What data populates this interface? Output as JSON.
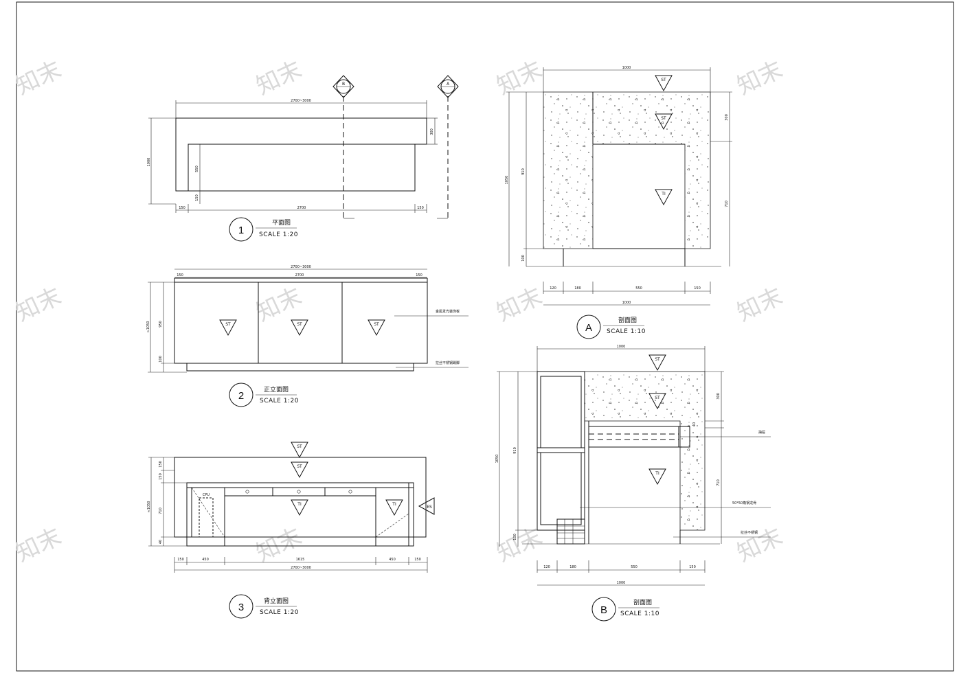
{
  "watermark": "知末",
  "plan_view": {
    "number": "1",
    "title": "平面图",
    "scale": "SCALE 1:20",
    "dims": {
      "overall_width": "2700~3000",
      "depth": "1000",
      "back_depth": "300",
      "front_depth": "550",
      "bottom": "150",
      "left": "150",
      "center": "2700",
      "right": "150"
    },
    "markers": {
      "b": "B",
      "a": "A"
    }
  },
  "front_elevation": {
    "number": "2",
    "title": "正立面图",
    "scale": "SCALE 1:20",
    "dims": {
      "overall_width": "2700~3000",
      "left": "150",
      "center": "2700",
      "right": "150",
      "overall_height": "≈1050",
      "upper": "950",
      "lower": "100"
    },
    "tags": [
      "ST",
      "ST",
      "ST"
    ],
    "notes": [
      "金属发光装饰板",
      "拉丝不锈钢踢脚"
    ]
  },
  "back_elevation": {
    "number": "3",
    "title": "背立面图",
    "scale": "SCALE 1:20",
    "dims": {
      "w1": "150",
      "w2": "450",
      "w3": "1615",
      "w4": "450",
      "w5": "150",
      "overall_width": "2700~3000",
      "overall_height": "≈1050",
      "h1": "150",
      "h2": "150",
      "h3": "710",
      "h4": "40"
    },
    "tags": [
      "ST",
      "ST",
      "TI",
      "TI",
      "ES"
    ],
    "cpu_label": "CPU"
  },
  "section_a": {
    "letter": "A",
    "title": "剖面图",
    "scale": "SCALE 1:10",
    "dims": {
      "top": "1000",
      "right_top": "300",
      "right_bottom": "710",
      "left_main": "910",
      "left_total": "1050",
      "bottom_h": "100",
      "b1": "120",
      "b2": "180",
      "b3": "550",
      "b4": "150",
      "bottom_total": "1000"
    },
    "tags": [
      "ST",
      "ST",
      "TI"
    ]
  },
  "section_b": {
    "letter": "B",
    "title": "剖面图",
    "scale": "SCALE 1:10",
    "dims": {
      "top": "1000",
      "right_top": "300",
      "right_mid": "40",
      "right_bottom": "710",
      "left_main": "910",
      "left_total": "1050",
      "bottom_h": "100",
      "b1": "120",
      "b2": "180",
      "b3": "550",
      "b4": "150",
      "bottom_total": "1000"
    },
    "tags": [
      "ST",
      "ST",
      "TI"
    ],
    "notes": [
      "抽屉",
      "50*50角钢龙骨",
      "拉丝不锈钢"
    ]
  }
}
